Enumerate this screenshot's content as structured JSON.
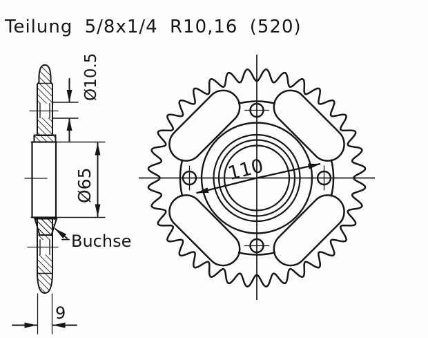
{
  "title": "Teilung 5/8x1/4 R10,16 (520)",
  "side_view": {
    "bolt_hole_diameter": "Ø10.5",
    "hub_diameter": "Ø65",
    "bushing_label": "Buchse",
    "width_dim": "9"
  },
  "front_view": {
    "bolt_circle_diameter": "110",
    "teeth_count": 36
  },
  "colors": {
    "ink": "#161616",
    "paper": "#fdfdfd"
  }
}
